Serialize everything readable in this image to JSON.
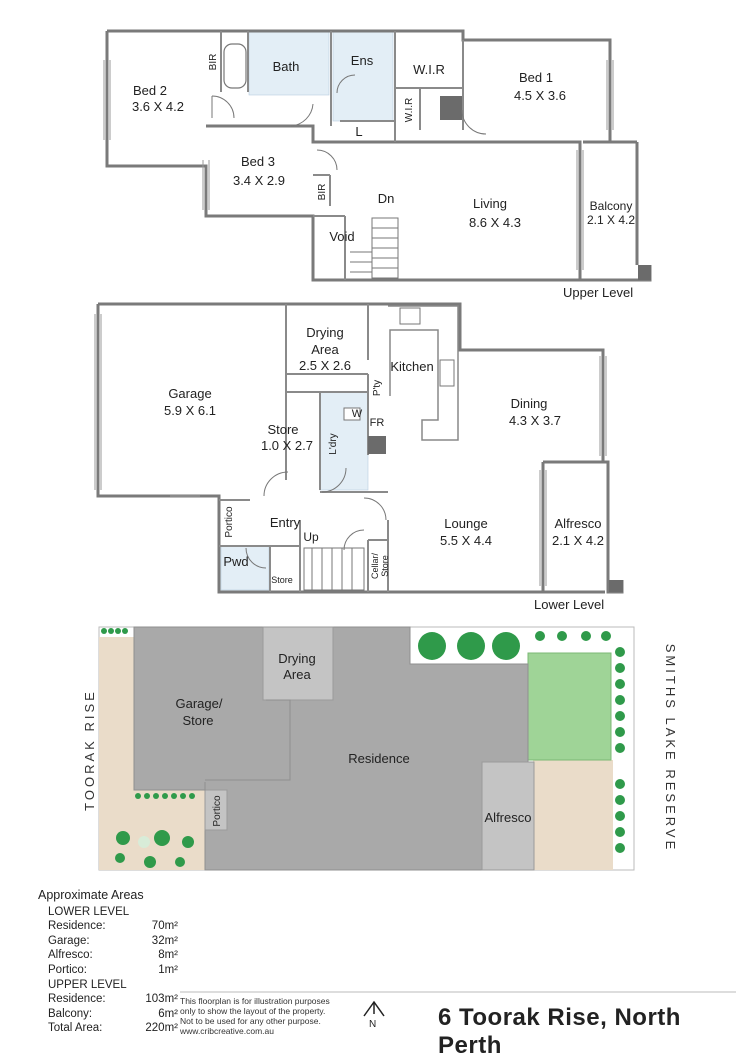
{
  "upper_level": {
    "label": "Upper Level",
    "rooms": {
      "bed2_name": "Bed 2",
      "bed2_size": "3.6 X 4.2",
      "bir_a": "BIR",
      "bath": "Bath",
      "ens": "Ens",
      "wir_a": "W.I.R",
      "bed1_name": "Bed 1",
      "bed1_size": "4.5 X 3.6",
      "wir_b": "W.I.R",
      "l": "L",
      "bed3_name": "Bed 3",
      "bed3_size": "3.4 X 2.9",
      "bir_b": "BIR",
      "dn": "Dn",
      "void": "Void",
      "living_name": "Living",
      "living_size": "8.6 X 4.3",
      "balcony_name": "Balcony",
      "balcony_size": "2.1 X 4.2"
    }
  },
  "lower_level": {
    "label": "Lower Level",
    "rooms": {
      "garage_name": "Garage",
      "garage_size": "5.9 X 6.1",
      "drying_name": "Drying",
      "drying_name2": "Area",
      "drying_size": "2.5 X 2.6",
      "store_name": "Store",
      "store_size": "1.0 X 2.7",
      "kitchen": "Kitchen",
      "pty": "P'ty",
      "w": "W",
      "fr": "FR",
      "ldry": "L'dry",
      "dining_name": "Dining",
      "dining_size": "4.3 X 3.7",
      "portico": "Portico",
      "entry": "Entry",
      "up": "Up",
      "cellar": "Cellar/",
      "cellar2": "Store",
      "lounge_name": "Lounge",
      "lounge_size": "5.5 X 4.4",
      "alfresco_name": "Alfresco",
      "alfresco_size": "2.1 X 4.2",
      "pwd": "Pwd",
      "store_small": "Store"
    }
  },
  "site_plan": {
    "drying": "Drying",
    "drying2": "Area",
    "garage": "Garage/",
    "garage2": "Store",
    "residence": "Residence",
    "portico": "Portico",
    "alfresco": "Alfresco",
    "street_left": "TOORAK RISE",
    "street_right": "SMITHS LAKE RESERVE"
  },
  "areas": {
    "heading": "Approximate Areas",
    "lower_heading": "LOWER LEVEL",
    "lower": [
      {
        "name": "Residence:",
        "value": "70m²"
      },
      {
        "name": "Garage:",
        "value": "32m²"
      },
      {
        "name": "Alfresco:",
        "value": "8m²"
      },
      {
        "name": "Portico:",
        "value": "1m²"
      }
    ],
    "upper_heading": "UPPER LEVEL",
    "upper": [
      {
        "name": "Residence:",
        "value": "103m²"
      },
      {
        "name": "Balcony:",
        "value": "6m²"
      }
    ],
    "total": {
      "name": "Total Area:",
      "value": "220m²"
    }
  },
  "disclaimer": [
    "This floorplan is for illustration purposes",
    "only to show the layout of the property.",
    "Not to be used for any other purpose.",
    "www.cribcreative.com.au"
  ],
  "north": "N",
  "address": "6 Toorak Rise, North Perth",
  "colors": {
    "building": "#a9a9a9",
    "garden": "#9fd497",
    "paving": "#eadcc9",
    "tiles": "#e3eef6"
  }
}
